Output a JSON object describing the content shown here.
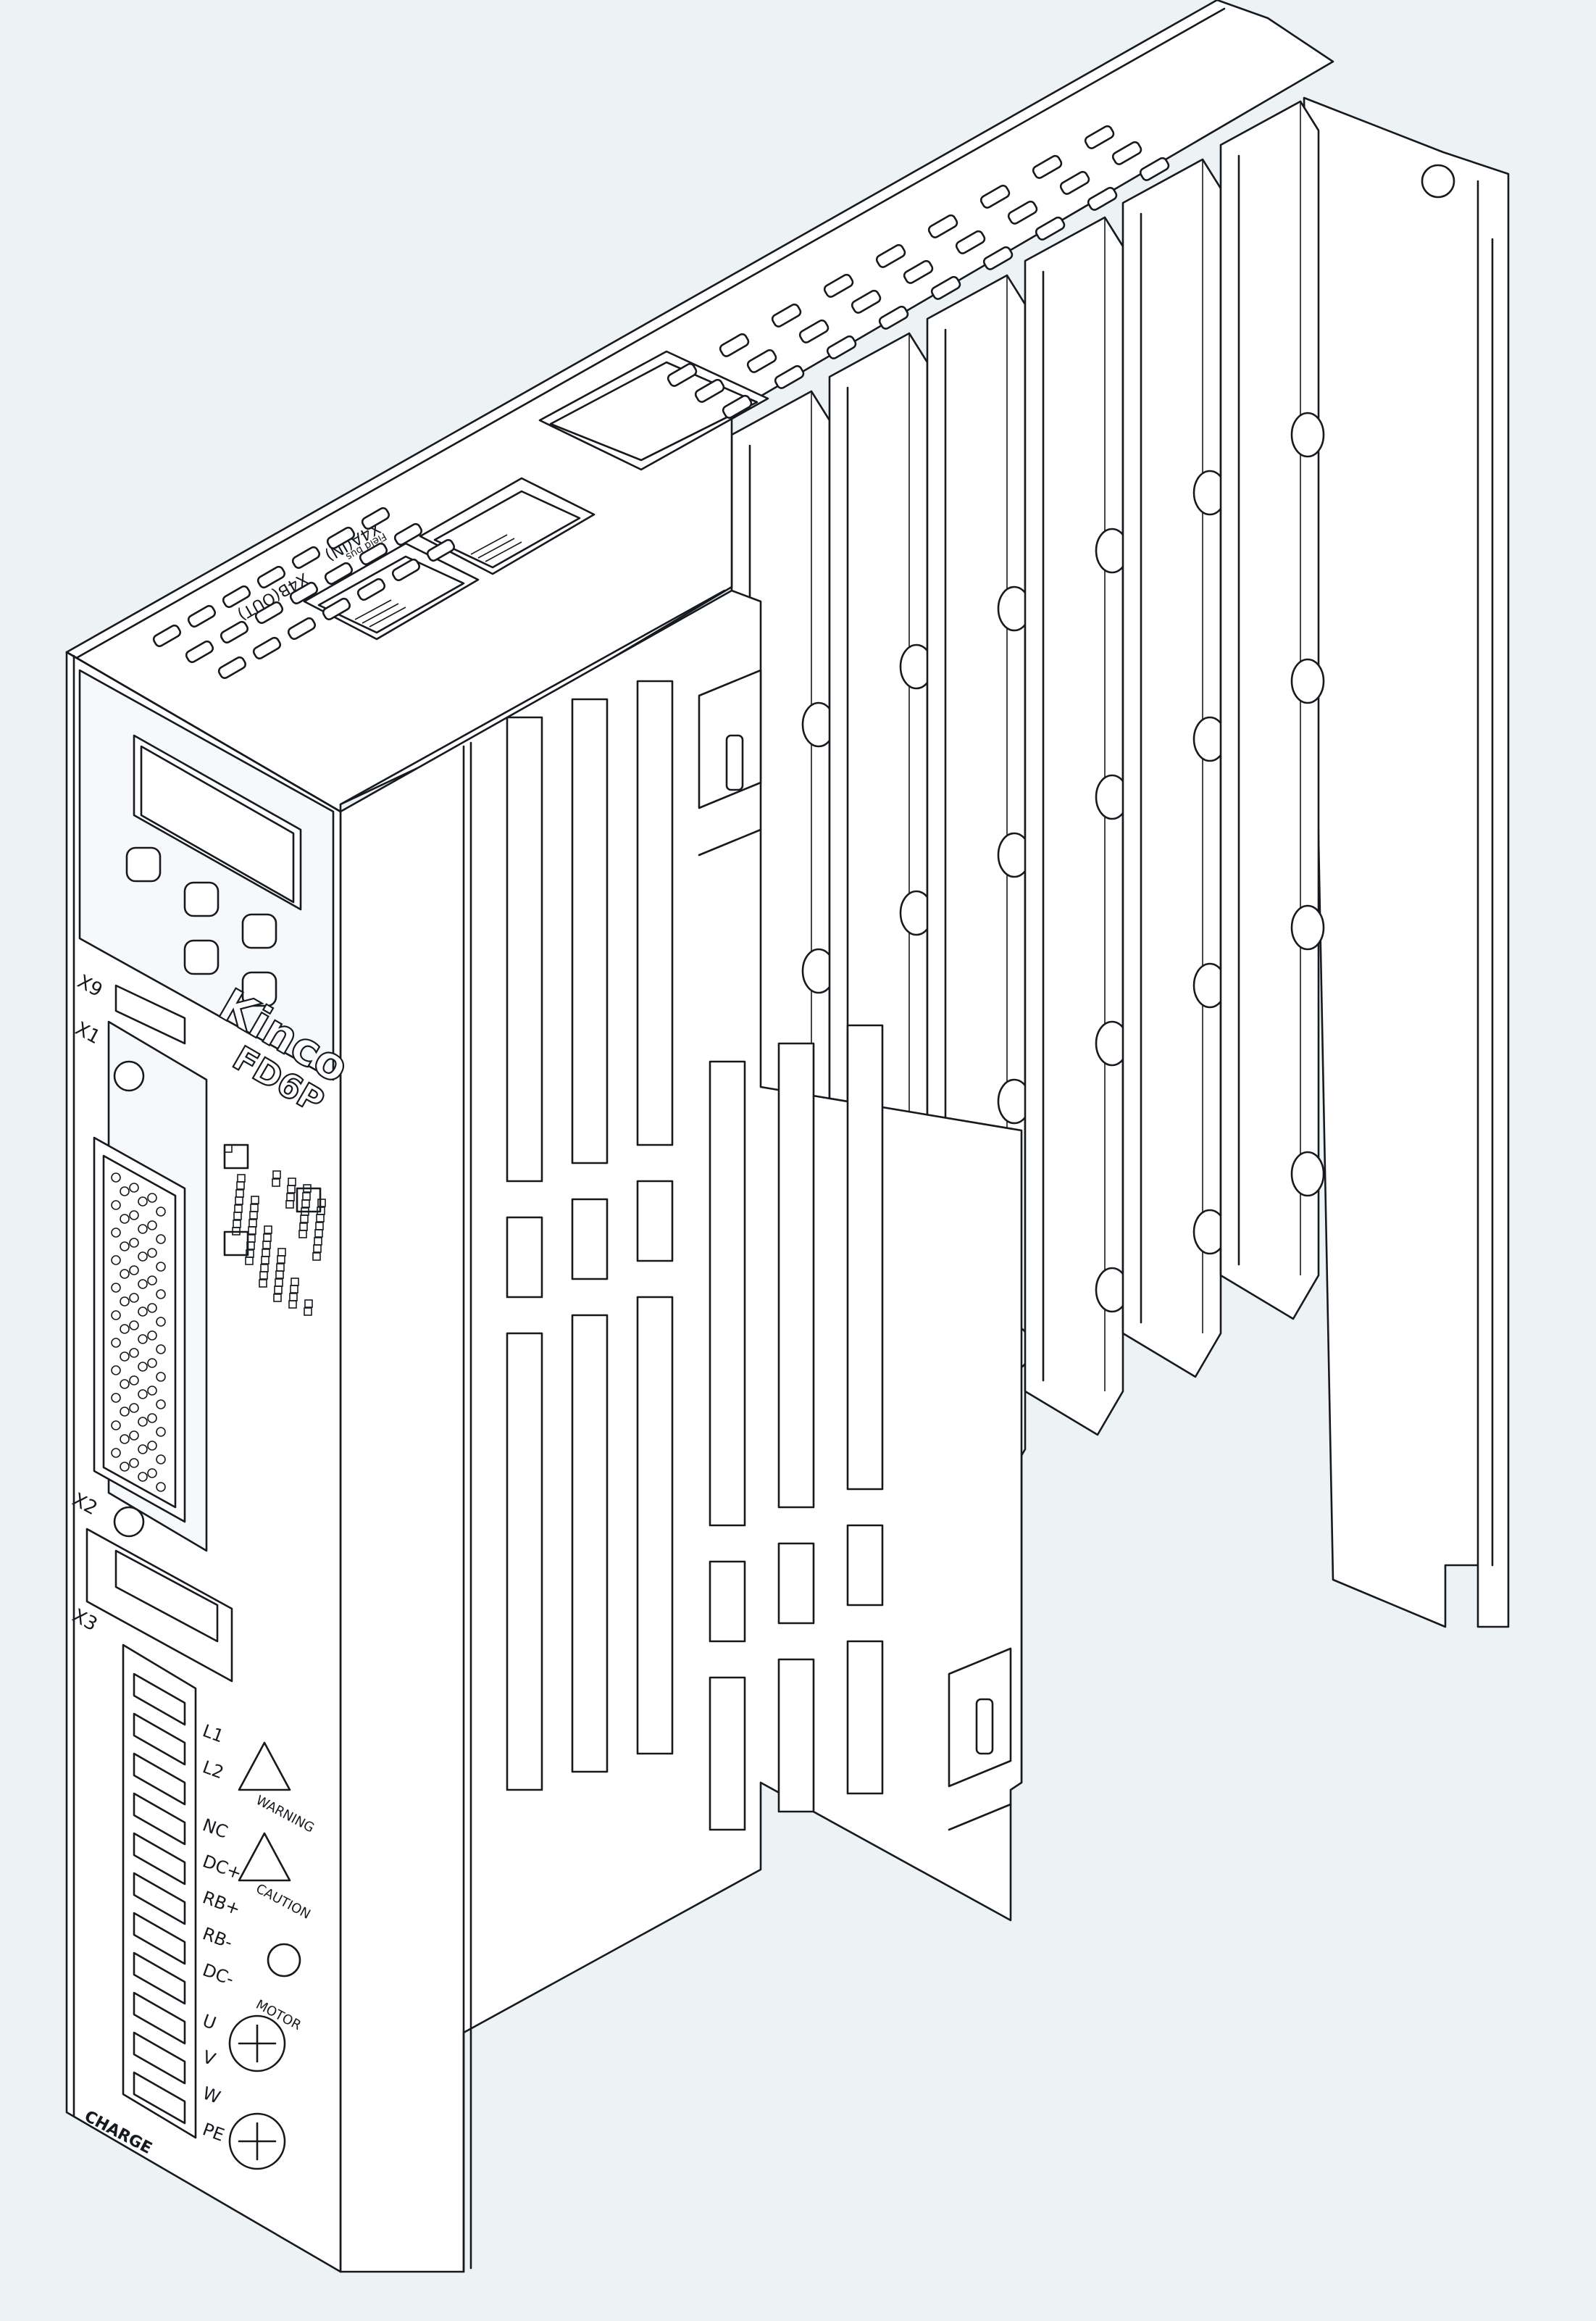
{
  "device": {
    "brand": "Kinco",
    "model": "FD6P",
    "top_ports": {
      "in_label": "X4A(IN)",
      "out_label": "X4B(OUT)",
      "small_label": "Field bus"
    },
    "ports": {
      "x1": "X1",
      "x2": "X2",
      "x3": "X3",
      "x9": "X9"
    },
    "terminals": [
      "L1",
      "L2",
      "NC",
      "DC+",
      "RB+",
      "RB-",
      "DC-",
      "U",
      "V",
      "W",
      "PE"
    ],
    "charge_label": "CHARGE",
    "warning_label": "WARNING",
    "caution_label": "CAUTION",
    "motor_label": "MOTOR",
    "buttons": 5,
    "heatsink_fins": 6
  },
  "colors": {
    "background": "#edf2f4",
    "line": "#161a1e",
    "face": "#ffffff"
  }
}
